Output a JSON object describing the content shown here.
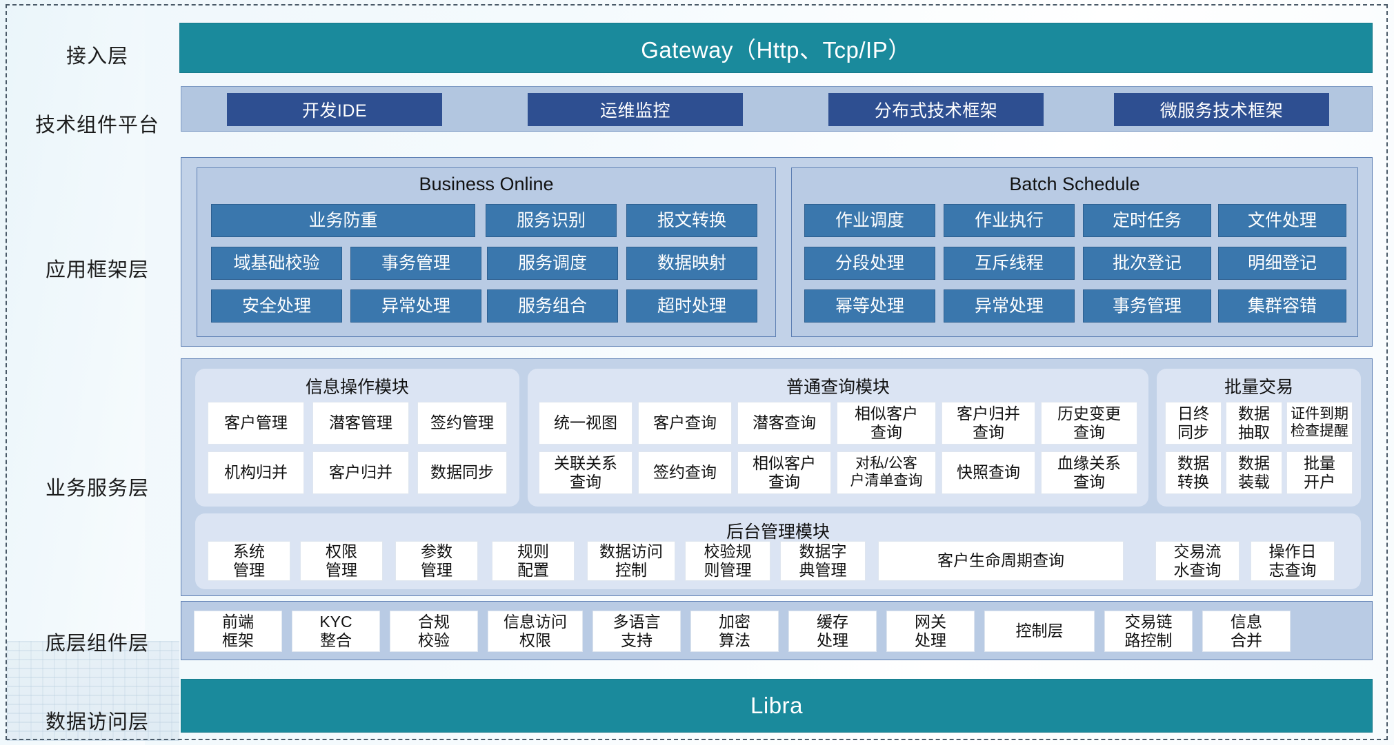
{
  "layers": [
    {
      "key": "access",
      "label": "接入层"
    },
    {
      "key": "techplat",
      "label": "技术组件平台"
    },
    {
      "key": "appframe",
      "label": "应用框架层"
    },
    {
      "key": "bizsvc",
      "label": "业务服务层"
    },
    {
      "key": "basecomp",
      "label": "底层组件层"
    },
    {
      "key": "dataaccess",
      "label": "数据访问层"
    }
  ],
  "access_layer": {
    "bar_label": "Gateway（Http、Tcp/IP）"
  },
  "tech_platform": {
    "chips": [
      "开发IDE",
      "运维监控",
      "分布式技术框架",
      "微服务技术框架"
    ]
  },
  "app_framework": {
    "groups": [
      {
        "title": "Business Online",
        "rows": [
          [
            "业务防重",
            "服务识别",
            "报文转换"
          ],
          [
            "域基础校验",
            "事务管理",
            "服务调度",
            "数据映射"
          ],
          [
            "安全处理",
            "异常处理",
            "服务组合",
            "超时处理"
          ]
        ]
      },
      {
        "title": "Batch Schedule",
        "rows": [
          [
            "作业调度",
            "作业执行",
            "定时任务",
            "文件处理"
          ],
          [
            "分段处理",
            "互斥线程",
            "批次登记",
            "明细登记"
          ],
          [
            "幂等处理",
            "异常处理",
            "事务管理",
            "集群容错"
          ]
        ]
      }
    ]
  },
  "business_service": {
    "modules": [
      {
        "title": "信息操作模块",
        "rows": [
          [
            "客户管理",
            "潜客管理",
            "签约管理"
          ],
          [
            "机构归并",
            "客户归并",
            "数据同步"
          ]
        ]
      },
      {
        "title": "普通查询模块",
        "rows": [
          [
            "统一视图",
            "客户查询",
            "潜客查询",
            "相似客户\n查询",
            "客户归并\n查询",
            "历史变更\n查询"
          ],
          [
            "关联关系\n查询",
            "签约查询",
            "相似客户\n查询",
            "对私/公客\n户清单查询",
            "快照查询",
            "血缘关系\n查询"
          ]
        ]
      },
      {
        "title": "批量交易",
        "rows": [
          [
            "日终\n同步",
            "数据\n抽取",
            "证件到期\n检查提醒"
          ],
          [
            "数据\n转换",
            "数据\n装载",
            "批量\n开户"
          ]
        ]
      }
    ],
    "admin_module": {
      "title": "后台管理模块",
      "items": [
        "系统\n管理",
        "权限\n管理",
        "参数\n管理",
        "规则\n配置",
        "数据访问\n控制",
        "校验规\n则管理",
        "数据字\n典管理",
        "客户生命周期查询",
        "交易流\n水查询",
        "操作日\n志查询"
      ]
    }
  },
  "base_components": {
    "items": [
      "前端\n框架",
      "KYC\n整合",
      "合规\n校验",
      "信息访问\n权限",
      "多语言\n支持",
      "加密\n算法",
      "缓存\n处理",
      "网关\n处理",
      "控制层",
      "交易链\n路控制",
      "信息\n合并"
    ]
  },
  "data_access_layer": {
    "bar_label": "Libra"
  },
  "colors": {
    "teal": "#1a8a9c",
    "navy_chip": "#2e4f91",
    "blue_chip": "#3a77ad",
    "band": "#b2c6e0",
    "group_box": "#b9cbe4",
    "module_box": "#dbe4f3",
    "white_chip": "#ffffff",
    "frame_dash": "#4a5a68"
  }
}
